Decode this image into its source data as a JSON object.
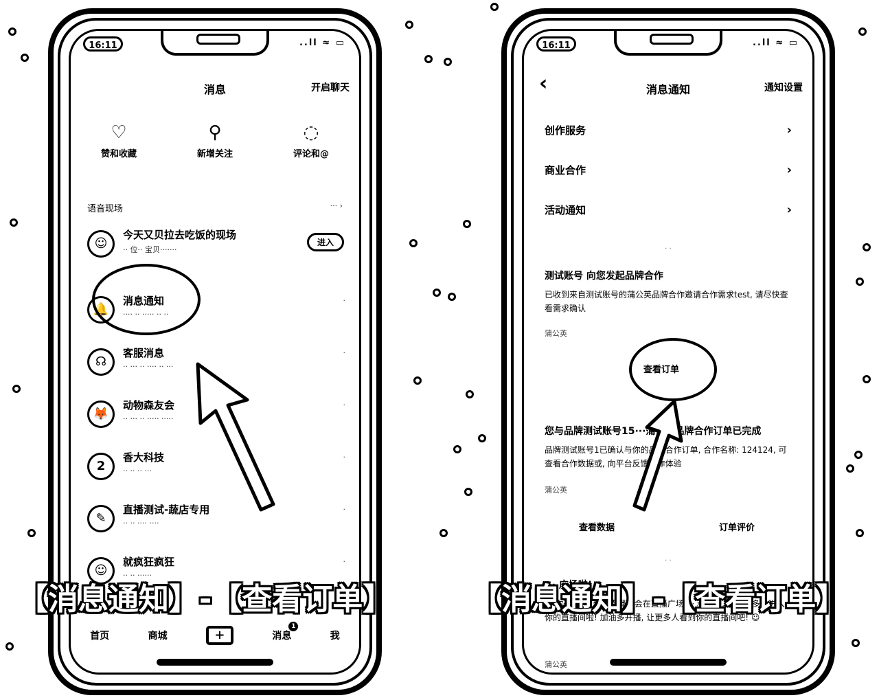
{
  "left": {
    "time": "16:11",
    "status_icons": "..ll ≈ ▭",
    "header_title": "消息",
    "header_right": "开启聊天",
    "top_actions": [
      {
        "label": "赞和收藏",
        "icon": "♡"
      },
      {
        "label": "新增关注",
        "icon": "⚲"
      },
      {
        "label": "评论和@",
        "icon": "◌"
      }
    ],
    "section_title": "语音现场",
    "section_right": "··· ›",
    "live": {
      "name": "今天又贝拉去吃饭的现场",
      "preview": "·· 位·· 宝贝·······",
      "pill": "进入"
    },
    "conversations": [
      {
        "name": "消息通知",
        "avatar": "🔔",
        "preview": "···· ·· ····· ·· ··",
        "time": "·"
      },
      {
        "name": "客服消息",
        "avatar": "☊",
        "preview": "·· ··· ·· ···· ·· ···",
        "time": "·"
      },
      {
        "name": "动物森友会",
        "avatar": "🦊",
        "preview": "·· ··· ·· ····· ·····",
        "time": "·"
      },
      {
        "name": "香大科技",
        "avatar": "2",
        "preview": "·· ·· ·· ···",
        "time": "·"
      },
      {
        "name": "直播测试-蔬店专用",
        "avatar": "✎",
        "preview": "·· ·· ···· ····",
        "time": "·"
      },
      {
        "name": "就疯狂疯狂",
        "avatar": "☺",
        "preview": "·· ·· ······",
        "time": "·"
      }
    ],
    "tabs": [
      "首页",
      "商城",
      "+",
      "消息",
      "我"
    ],
    "msg_badge": "1",
    "caption": "【消息通知】-【查看订单】"
  },
  "right": {
    "time": "16:11",
    "status_icons": "..ll ≈ ▭",
    "header_title": "消息通知",
    "header_right": "通知设置",
    "back_icon": "‹",
    "rows": [
      "创作服务",
      "商业合作",
      "活动通知"
    ],
    "card1": {
      "time": "· ·",
      "title": "测试账号 向您发起品牌合作",
      "body": "已收到来自测试账号的蒲公英品牌合作邀请合作需求test, 请尽快查看需求确认",
      "source": "蒲公英",
      "action": "查看订单"
    },
    "card2": {
      "time": "· ·",
      "title": "您与品牌测试账号15···蒲公英品牌合作订单已完成",
      "body": "品牌测试账号1已确认与你的品牌合作订单, 合作名称: 124124, 可查看合作数据或, 向平台反馈合作体验",
      "source": "蒲公英",
      "action_left": "查看数据",
      "action_right": "订单评价"
    },
    "card3": {
      "time": "· ·",
      "title": "··· 广场啦!",
      "body": "··· 你开播后, 你的直播间会在直播广场···· 和标签, 会有更多人进入你的直播间啦! 加油多开播, 让更多人看到你的直播间吧! ☺",
      "source": "蒲公英"
    },
    "caption": "【消息通知】-【查看订单】"
  }
}
